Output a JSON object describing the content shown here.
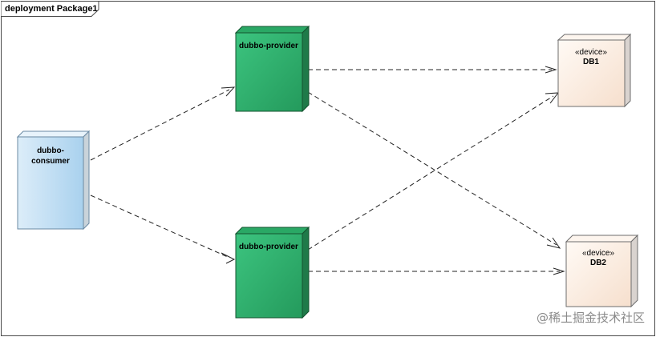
{
  "frame": {
    "title": "deployment Package1"
  },
  "nodes": {
    "consumer": {
      "label_line1": "dubbo-",
      "label_line2": "consumer"
    },
    "provider_top": {
      "label": "dubbo-provider"
    },
    "provider_bottom": {
      "label": "dubbo-provider"
    },
    "db1": {
      "stereotype": "«device»",
      "label": "DB1"
    },
    "db2": {
      "stereotype": "«device»",
      "label": "DB2"
    }
  },
  "watermark": "@稀土掘金技术社区",
  "colors": {
    "consumer_fill": "#bcdcf3",
    "provider_fill": "#2fb36e",
    "device_fill": "#fbeee3",
    "frame_stroke": "#4a4a4a"
  }
}
